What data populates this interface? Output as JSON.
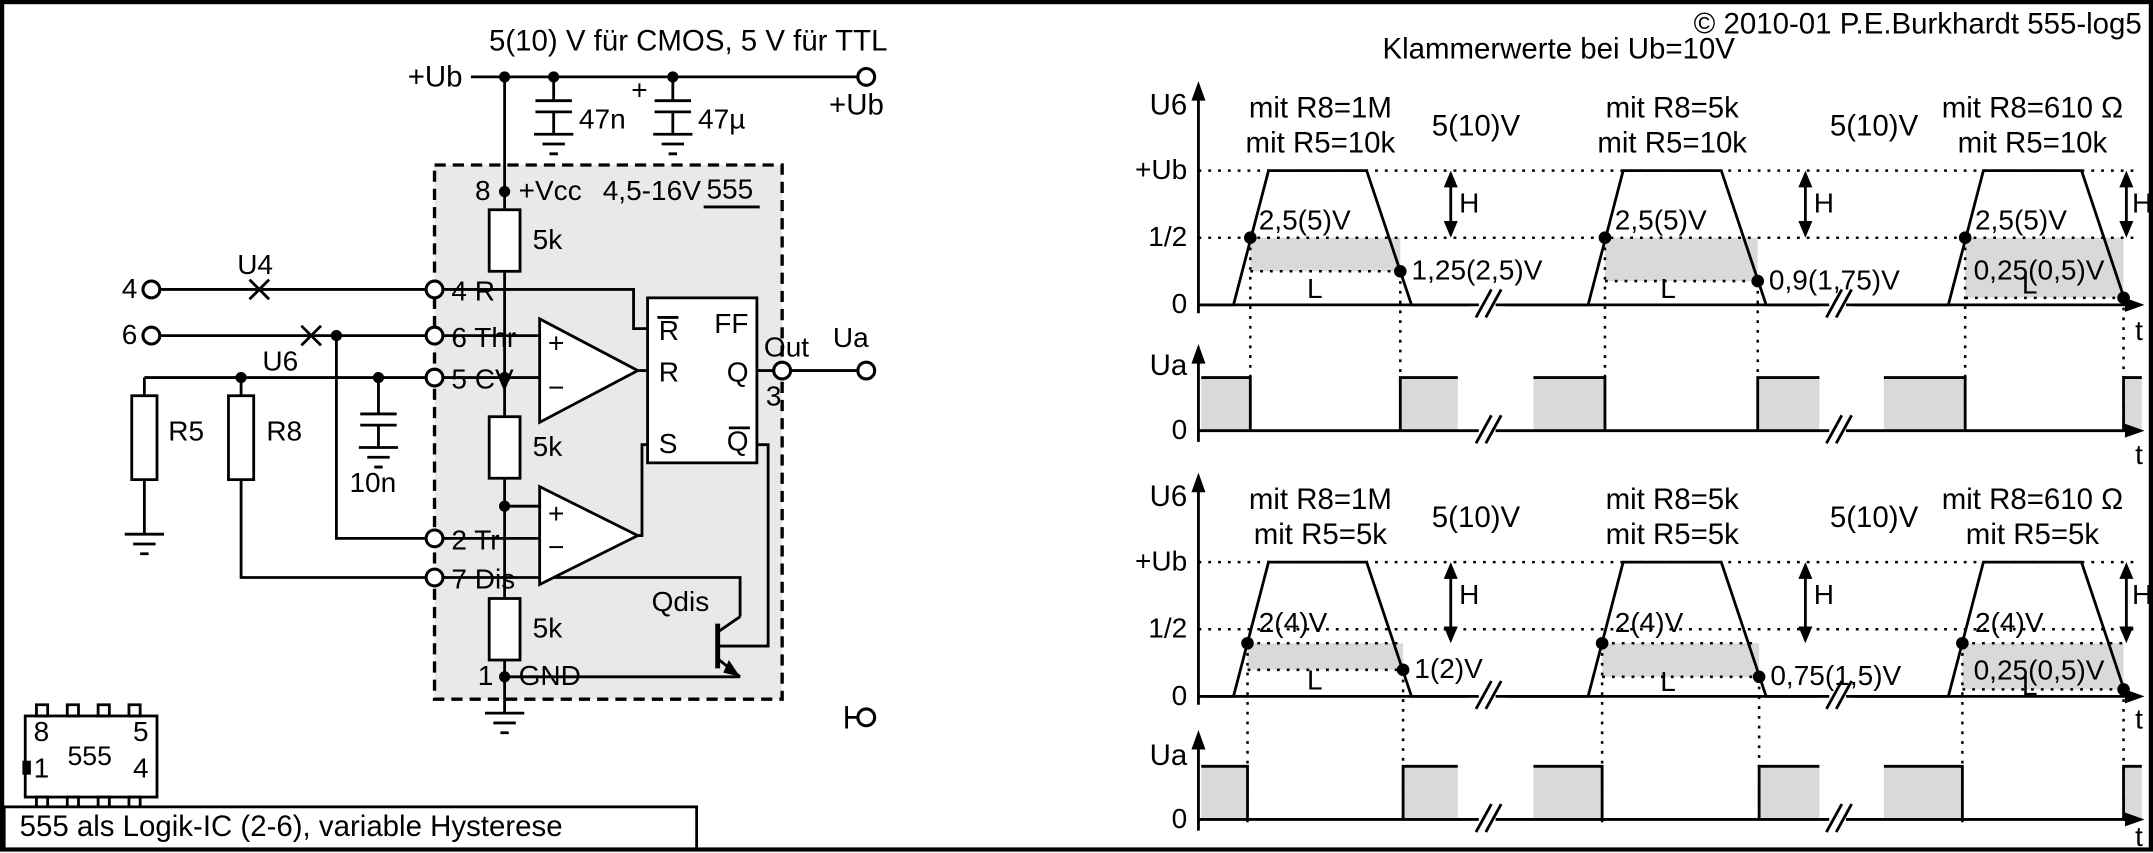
{
  "header": {
    "copyright": "© 2010-01 P.E.Burkhardt 555-log5",
    "note": "Klammerwerte bei Ub=10V"
  },
  "caption": "555 als Logik-IC (2-6), variable Hysterese",
  "circuit": {
    "supply_note": "5(10) V für CMOS, 5 V für TTL",
    "ub_left": "+Ub",
    "ub_right": "+Ub",
    "c1": "47n",
    "c2": "47µ",
    "c2_polarity": "+",
    "pin8_num": "8",
    "pin8_name": "+Vcc",
    "vcc_range": "4,5-16V",
    "ic_name": "555",
    "r_top": "5k",
    "r_mid": "5k",
    "r_bot": "5k",
    "pin4": "4 R",
    "pin6": "6 Thr",
    "pin5": "5 CV",
    "pin2": "2 Tr",
    "pin7": "7 Dis",
    "pin1_num": "1",
    "pin1_name": "GND",
    "in4": "4",
    "in6": "6",
    "u4": "U4",
    "u6": "U6",
    "r5": "R5",
    "r8": "R8",
    "c3": "10n",
    "comp1_plus": "+",
    "comp1_minus": "−",
    "comp2_plus": "+",
    "comp2_minus": "−",
    "ff": "FF",
    "ff_rbar": "R",
    "ff_r": "R",
    "ff_s": "S",
    "ff_q": "Q",
    "ff_qbar": "Q",
    "out": "Out",
    "pin3": "3",
    "ua": "Ua",
    "qdis": "Qdis",
    "dip": {
      "p8": "8",
      "p5": "5",
      "p1": "1",
      "p4": "4",
      "name": "555"
    }
  },
  "waves": {
    "groups": [
      {
        "axis": "U6",
        "ub": "+Ub",
        "half": "1/2",
        "zero": "0",
        "supply_a": "5(10)V",
        "supply_b": "5(10)V",
        "segments": [
          {
            "r8": "mit R8=1M",
            "r5": "mit R5=10k",
            "upper": "2,5(5)V",
            "lower": "1,25(2,5)V",
            "h": "H",
            "l": "L"
          },
          {
            "r8": "mit R8=5k",
            "r5": "mit R5=10k",
            "upper": "2,5(5)V",
            "lower": "0,9(1,75)V",
            "h": "H",
            "l": "L"
          },
          {
            "r8": "mit R8=610 Ω",
            "r5": "mit R5=10k",
            "upper": "2,5(5)V",
            "lower": "0,25(0,5)V",
            "h": "H",
            "l": "L"
          }
        ],
        "out_axis": "Ua",
        "out_zero": "0",
        "t_u6": "t",
        "t_ua": "t"
      },
      {
        "axis": "U6",
        "ub": "+Ub",
        "half": "1/2",
        "zero": "0",
        "supply_a": "5(10)V",
        "supply_b": "5(10)V",
        "segments": [
          {
            "r8": "mit R8=1M",
            "r5": "mit R5=5k",
            "upper": "2(4)V",
            "lower": "1(2)V",
            "h": "H",
            "l": "L"
          },
          {
            "r8": "mit R8=5k",
            "r5": "mit R5=5k",
            "upper": "2(4)V",
            "lower": "0,75(1,5)V",
            "h": "H",
            "l": "L"
          },
          {
            "r8": "mit R8=610 Ω",
            "r5": "mit R5=5k",
            "upper": "2(4)V",
            "lower": "0,25(0,5)V",
            "h": "H",
            "l": "L"
          }
        ],
        "out_axis": "Ua",
        "out_zero": "0",
        "t_u6": "t",
        "t_ua": "t"
      }
    ]
  }
}
